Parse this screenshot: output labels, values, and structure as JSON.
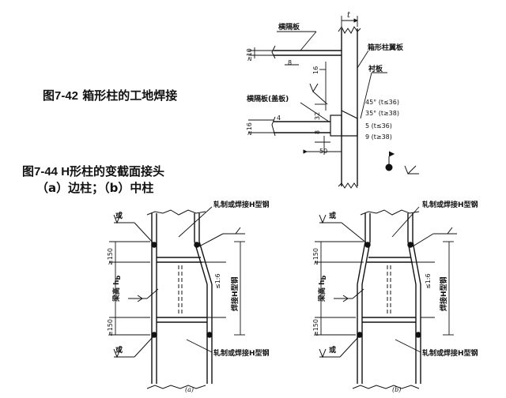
{
  "captions": {
    "fig742_num": "图7-42",
    "fig742_text": "箱形柱的工地焊接",
    "fig744_num": "图7-44 H",
    "fig744_text": "形柱的变截面接头",
    "fig744_sub": "（a）边柱；（b）中柱"
  },
  "fig742": {
    "t_label": "t",
    "label_diaphragm": "横隔板",
    "label_flange": "箱形柱翼板",
    "label_backing": "衬板",
    "label_diaphragm_cover": "横隔板(盖板)",
    "dim_10": "≥10",
    "dim_16": "≥16",
    "dim_8": "8",
    "dim_16b": "16",
    "dim_4": "4",
    "dim_32": "32",
    "dim_8b": "8",
    "dim_50": "50",
    "angle1": "45° (t≤36)",
    "angle2": "35° (t≥38)",
    "gap1": "5 (t≤36)",
    "gap2": "9 (t≥38)"
  },
  "fig744": {
    "or": "或",
    "rolled": "轧制或焊接H型钢",
    "welded": "焊接H型钢",
    "min150": "≥150",
    "beam_depth": "梁高 h",
    "beam_sub": "b",
    "slope": "≤1:6",
    "sub_a": "(a)",
    "sub_b": "(b)"
  }
}
